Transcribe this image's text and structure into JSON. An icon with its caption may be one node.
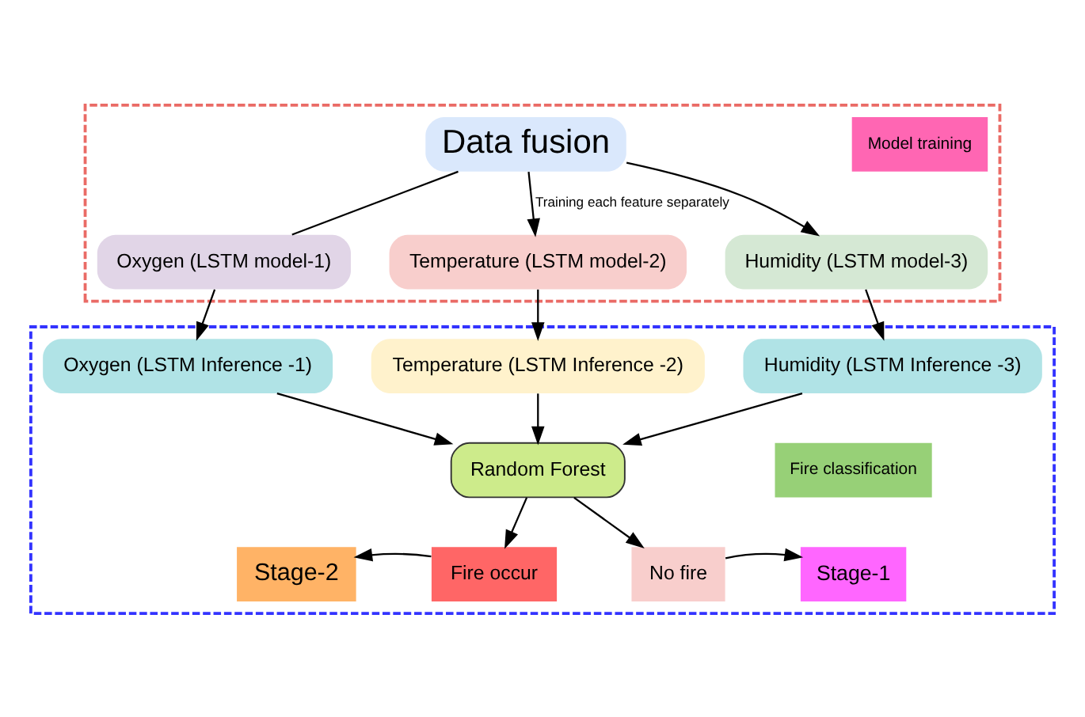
{
  "diagram": {
    "nodes": [
      {
        "text": [],
        "shape": "box"
      },
      {
        "text": [
          "Data fusion"
        ],
        "in": 0
      },
      {
        "text": [
          "Model training"
        ],
        "in": 0
      },
      {
        "text": [
          "Oxygen (LSTM model-1)"
        ],
        "in": 0
      },
      {
        "text": [
          "Temperature (LSTM model-2)"
        ],
        "in": 0
      },
      {
        "text": [
          "Humidity (LSTM model-3)"
        ],
        "in": 0
      },
      {
        "text": [],
        "shape": "box"
      },
      {
        "text": [
          "Oxygen (LSTM Inference -1)"
        ],
        "in": 6
      },
      {
        "text": [
          "Temperature (LSTM Inference -2)"
        ],
        "in": 6
      },
      {
        "text": [
          "Humidity (LSTM Inference -3)"
        ],
        "in": 6
      },
      {
        "text": [
          "Fire classification"
        ],
        "in": 6
      },
      {
        "text": [
          "Random Forest"
        ],
        "in": 6
      },
      {
        "text": [
          "Stage-2"
        ],
        "in": 6
      },
      {
        "text": [
          "Fire occur"
        ],
        "in": 6
      },
      {
        "text": [
          "No fire"
        ],
        "in": 6
      },
      {
        "text": [
          "Stage-1"
        ],
        "in": 6
      }
    ],
    "edges": [
      {
        "from": 1,
        "to": 3,
        "arrow": "none"
      },
      {
        "from": 1,
        "to": 4,
        "arrow": "to",
        "label": "Training each feature separately"
      },
      {
        "from": 1,
        "to": 5,
        "arrow": "to"
      },
      {
        "from": 3,
        "to": 7,
        "arrow": "to"
      },
      {
        "from": 4,
        "to": 8,
        "arrow": "to"
      },
      {
        "from": 5,
        "to": 9,
        "arrow": "to"
      },
      {
        "from": 7,
        "to": 11,
        "arrow": "to"
      },
      {
        "from": 8,
        "to": 11,
        "arrow": "to"
      },
      {
        "from": 9,
        "to": 11,
        "arrow": "to"
      },
      {
        "from": 11,
        "to": 13,
        "arrow": "to"
      },
      {
        "from": 11,
        "to": 14,
        "arrow": "to"
      },
      {
        "from": 13,
        "to": 12,
        "arrow": "to"
      },
      {
        "from": 14,
        "to": 15,
        "arrow": "to"
      }
    ]
  }
}
